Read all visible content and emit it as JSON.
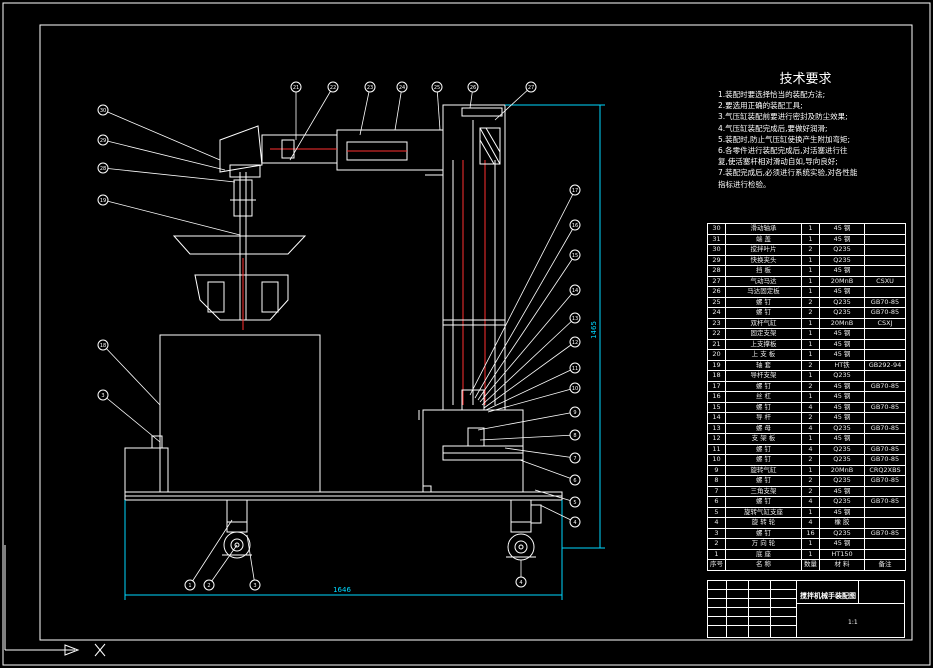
{
  "colors": {
    "background": "#000000",
    "line": "#ffffff",
    "dimension": "#00d8ff",
    "hidden": "#ff3030",
    "text": "#ffffff",
    "table_text": "#e8e8e8"
  },
  "tech_requirements": {
    "title": "技术要求",
    "items": [
      "1.装配时要选择恰当的装配方法;",
      "2.要选用正确的装配工具;",
      "3.气压缸装配前要进行密封及防尘效果;",
      "4.气压缸装配完成后,要做好润滑;",
      "5.装配时,防止气压缸使换产生附加弯矩;",
      "6.各零件进行装配完成后,对活塞进行往",
      "复,使活塞杆相对滑动自如,导向良好;",
      "7.装配完成后,必须进行系统实验,对各性能",
      "指标进行检验。"
    ]
  },
  "dimensions": {
    "width": "1646",
    "height": "1465"
  },
  "balloons": [
    "21",
    "22",
    "23",
    "24",
    "25",
    "26",
    "27",
    "28",
    "29",
    "30",
    "19",
    "18",
    "3",
    "17",
    "16",
    "15",
    "14",
    "13",
    "12",
    "11",
    "10",
    "9",
    "8",
    "7",
    "6",
    "5",
    "4",
    "1",
    "2",
    "3",
    "4"
  ],
  "bom": {
    "rows": [
      [
        "30",
        "滑动轴承",
        "1",
        "45 钢",
        ""
      ],
      [
        "31",
        "端 盖",
        "1",
        "45 钢",
        ""
      ],
      [
        "30",
        "搅拌叶片",
        "2",
        "Q235",
        ""
      ],
      [
        "29",
        "快换夹头",
        "1",
        "Q235",
        ""
      ],
      [
        "28",
        "挡 板",
        "1",
        "45 钢",
        ""
      ],
      [
        "27",
        "气动马达",
        "1",
        "20MnB",
        "CSXU"
      ],
      [
        "26",
        "马达固定板",
        "1",
        "45 钢",
        ""
      ],
      [
        "25",
        "螺 钉",
        "2",
        "Q235",
        "GB70-85"
      ],
      [
        "24",
        "螺 钉",
        "2",
        "Q235",
        "GB70-85"
      ],
      [
        "23",
        "双杆气缸",
        "1",
        "20MnB",
        "CSXJ"
      ],
      [
        "22",
        "固定支架",
        "1",
        "45 钢",
        ""
      ],
      [
        "21",
        "上支撑板",
        "1",
        "45 钢",
        ""
      ],
      [
        "20",
        "上 支 板",
        "1",
        "45 钢",
        ""
      ],
      [
        "19",
        "轴 套",
        "2",
        "HT铁",
        "GB292-94"
      ],
      [
        "18",
        "导杆支架",
        "1",
        "Q235",
        ""
      ],
      [
        "17",
        "螺 钉",
        "2",
        "45 钢",
        "GB70-85"
      ],
      [
        "16",
        "丝 杠",
        "1",
        "45 钢",
        ""
      ],
      [
        "15",
        "螺 钉",
        "4",
        "45 钢",
        "GB70-85"
      ],
      [
        "14",
        "导 杆",
        "2",
        "45 钢",
        ""
      ],
      [
        "13",
        "螺 母",
        "4",
        "Q235",
        "GB70-85"
      ],
      [
        "12",
        "支 架 板",
        "1",
        "45 钢",
        ""
      ],
      [
        "11",
        "螺 钉",
        "4",
        "Q235",
        "GB70-85"
      ],
      [
        "10",
        "螺 钉",
        "2",
        "Q235",
        "GB70-85"
      ],
      [
        "9",
        "旋转气缸",
        "1",
        "20MnB",
        "CRQ2XBS"
      ],
      [
        "8",
        "螺 钉",
        "2",
        "Q235",
        "GB70-85"
      ],
      [
        "7",
        "三角支架",
        "2",
        "45 钢",
        ""
      ],
      [
        "6",
        "螺 钉",
        "4",
        "Q235",
        "GB70-85"
      ],
      [
        "5",
        "旋转气缸支座",
        "1",
        "45 钢",
        ""
      ],
      [
        "4",
        "旋 转 轮",
        "4",
        "橡 胶",
        ""
      ],
      [
        "3",
        "螺 钉",
        "16",
        "Q235",
        "GB70-85"
      ],
      [
        "2",
        "万 向 轮",
        "1",
        "45 钢",
        ""
      ],
      [
        "1",
        "底 座",
        "1",
        "HT150",
        ""
      ]
    ],
    "header": [
      "序号",
      "名 称",
      "数量",
      "材 料",
      "备注"
    ]
  },
  "title_block": {
    "name": "搅拌机械手装配图",
    "scale": "1:1"
  }
}
